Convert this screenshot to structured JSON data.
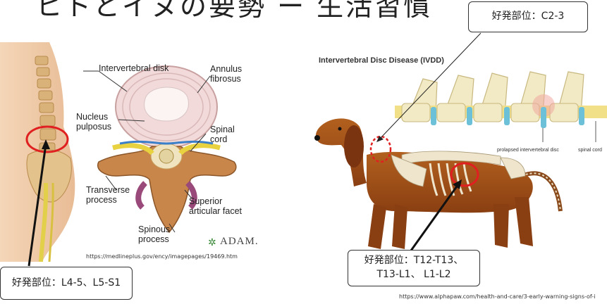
{
  "slide": {
    "title": "ヒトとイヌの要勢 ー 生活習慣",
    "human": {
      "labels": {
        "intervertebral_disk": "Intervertebral disk",
        "annulus_fibrosus_1": "Annulus",
        "annulus_fibrosus_2": "fibrosus",
        "nucleus_pulposus_1": "Nucleus",
        "nucleus_pulposus_2": "pulposus",
        "spinal_cord_1": "Spinal",
        "spinal_cord_2": "cord",
        "transverse_process_1": "Transverse",
        "transverse_process_2": "process",
        "superior_facet_1": "Superior",
        "superior_facet_2": "articular facet",
        "spinous_process_1": "Spinous",
        "spinous_process_2": "process",
        "adam_logo": "ADAM."
      },
      "source_url": "https://medlineplus.gov/ency/imagepages/19469.htm",
      "callout": "好発部位：L4-5、L5-S1"
    },
    "dog": {
      "ivdd_title": "Intervertebral Disc Disease (IVDD)",
      "prolapsed_label": "prolapsed intervertebral disc",
      "spinal_cord_label": "spinal cord",
      "callout_top": "好発部位：C2-3",
      "callout_bottom_line1": "好発部位：T12-T13、",
      "callout_bottom_line2": "T13-L1、 L1-L2",
      "source_url": "https://www.alphapaw.com/health-and-care/3-early-warning-signs-of-i"
    },
    "colors": {
      "highlight_circle": "#e02020",
      "arrow": "#111111"
    }
  }
}
